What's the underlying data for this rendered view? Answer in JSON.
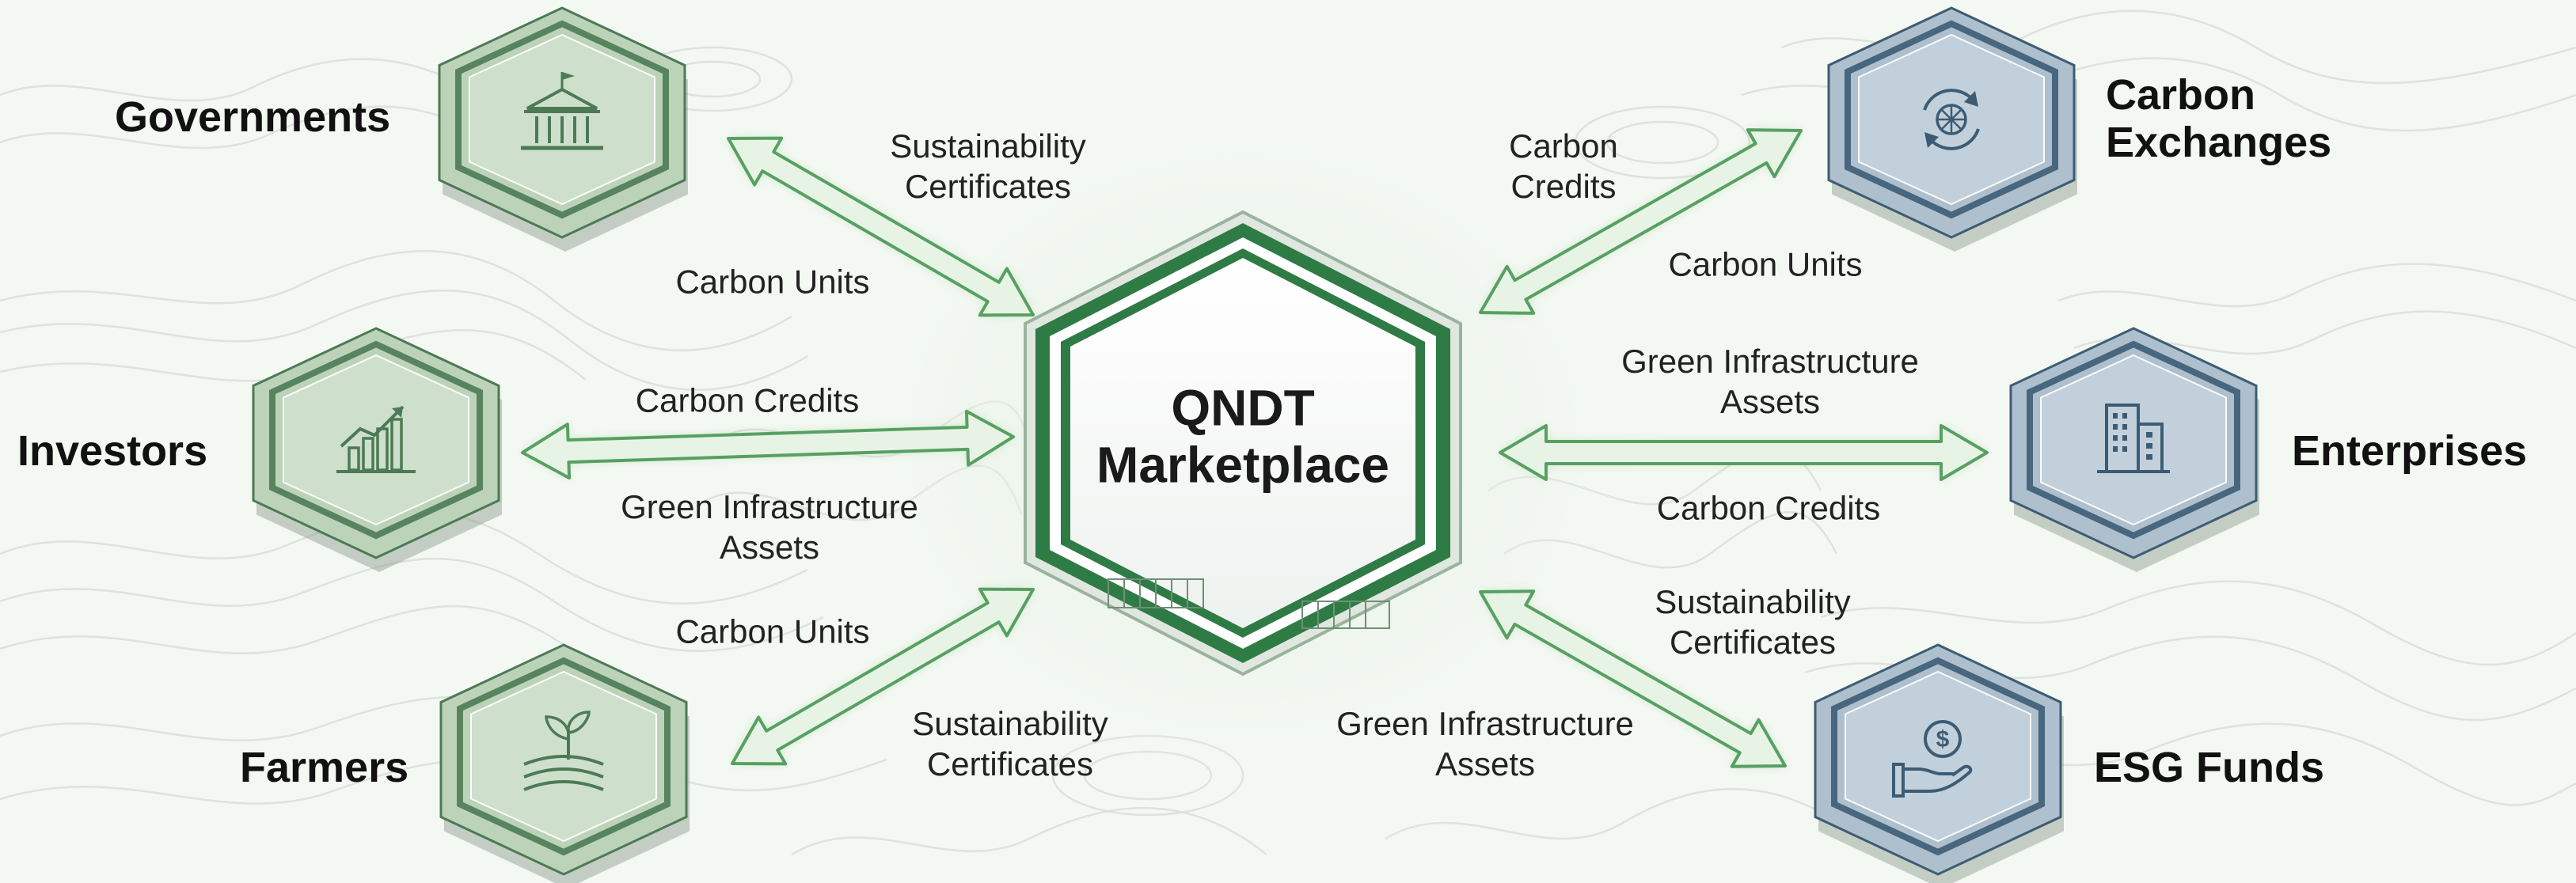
{
  "center": {
    "line1": "QNDT",
    "line2": "Marketplace"
  },
  "nodes": {
    "governments": {
      "name": "Governments",
      "icon": "government-building-icon",
      "tone": "green"
    },
    "investors": {
      "name": "Investors",
      "icon": "growth-chart-icon",
      "tone": "green"
    },
    "farmers": {
      "name": "Farmers",
      "icon": "sprout-field-icon",
      "tone": "green"
    },
    "carbon_exchanges": {
      "name1": "Carbon",
      "name2": "Exchanges",
      "icon": "exchange-cycle-icon",
      "tone": "blue"
    },
    "enterprises": {
      "name": "Enterprises",
      "icon": "office-building-icon",
      "tone": "blue"
    },
    "esg_funds": {
      "name": "ESG Funds",
      "icon": "money-hand-icon",
      "tone": "blue"
    }
  },
  "flows": {
    "governments_top": {
      "line1": "Sustainability",
      "line2": "Certificates"
    },
    "governments_bottom": {
      "line1": "Carbon Units"
    },
    "investors_top": {
      "line1": "Carbon Credits"
    },
    "investors_bottom": {
      "line1": "Green Infrastructure",
      "line2": "Assets"
    },
    "farmers_top": {
      "line1": "Carbon Units"
    },
    "farmers_bottom": {
      "line1": "Sustainability",
      "line2": "Certificates"
    },
    "exchanges_top": {
      "line1": "Carbon",
      "line2": "Credits"
    },
    "exchanges_bottom": {
      "line1": "Carbon Units"
    },
    "enterprises_top": {
      "line1": "Green Infrastructure",
      "line2": "Assets"
    },
    "enterprises_bottom": {
      "line1": "Carbon Credits"
    },
    "esg_top": {
      "line1": "Sustainability",
      "line2": "Certificates"
    },
    "esg_bottom": {
      "line1": "Green Infrastructure",
      "line2": "Assets"
    }
  },
  "colors": {
    "green_fill": "#bcd3b9",
    "green_dark": "#4c7a55",
    "blue_fill": "#aebfcd",
    "blue_dark": "#3d5c74",
    "arrow_fill": "#e7f4e5",
    "arrow_stroke": "#58a062",
    "center_ring": "#2f7b45",
    "background": "#f4f8f3"
  }
}
